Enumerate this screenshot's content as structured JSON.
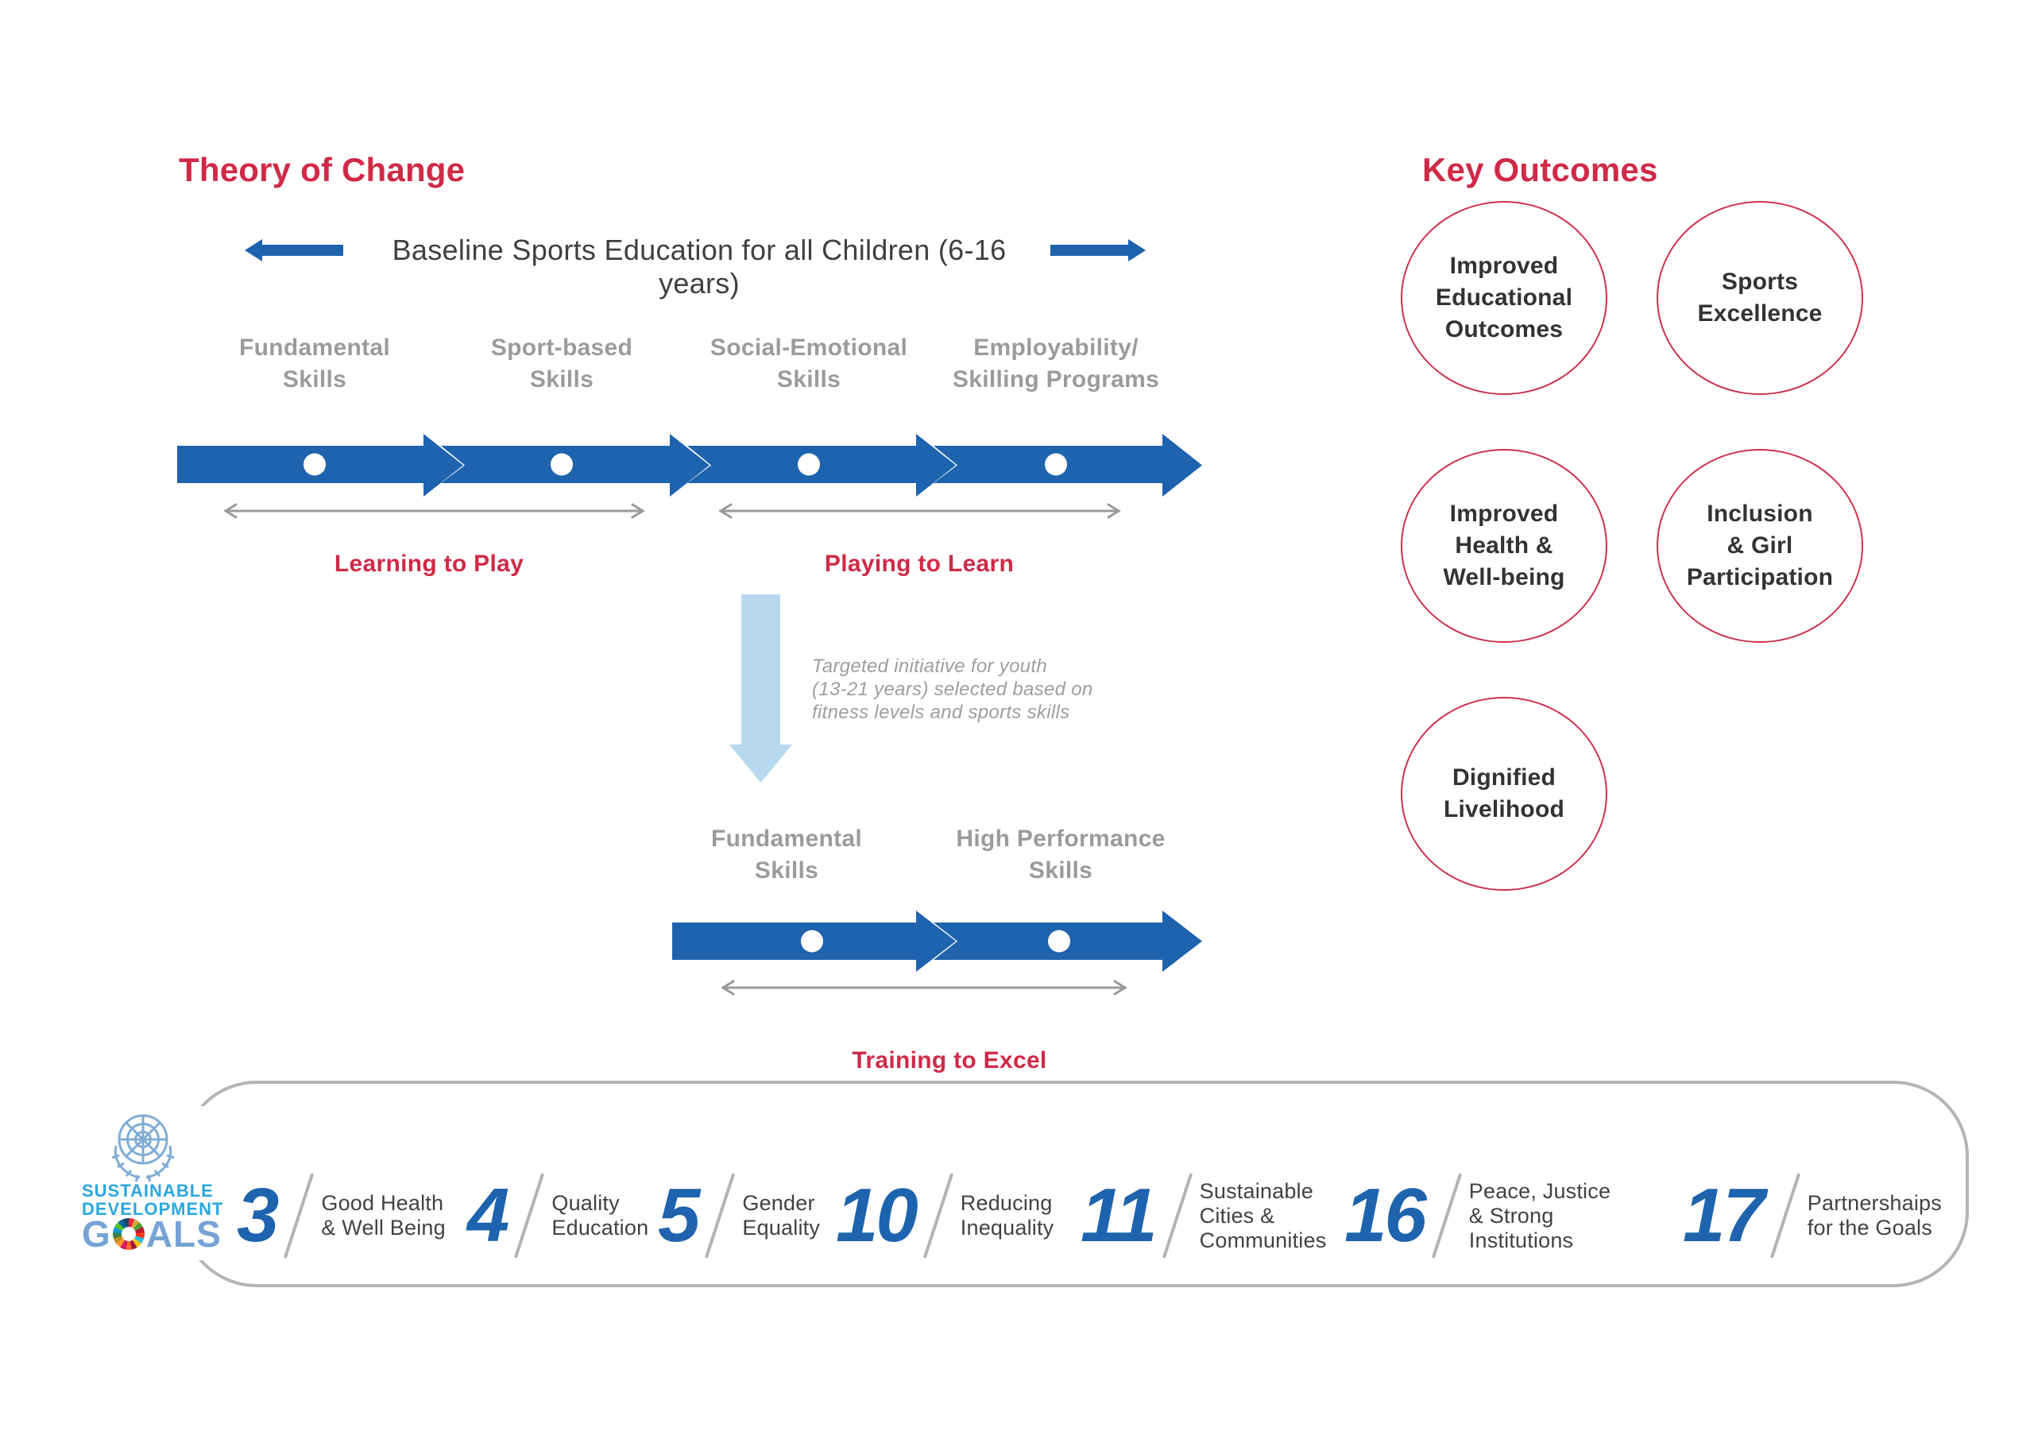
{
  "left_section": {
    "title": "Theory of Change",
    "baseline_banner": "Baseline Sports Education for all Children (6-16 years)",
    "stage_labels": [
      "Fundamental\nSkills",
      "Sport-based\nSkills",
      "Social-Emotional\nSkills",
      "Employability/\nSkilling Programs"
    ],
    "phase_labels": {
      "learning_to_play": "Learning to Play",
      "playing_to_learn": "Playing to Learn",
      "training_to_excel": "Training to Excel"
    },
    "targeted_note": "Targeted initiative for youth\n(13-21 years) selected based on\nfitness levels and sports skills",
    "advanced_stage_labels": [
      "Fundamental\nSkills",
      "High Performance\nSkills"
    ]
  },
  "key_outcomes": {
    "title": "Key Outcomes",
    "circles": [
      "Improved\nEducational\nOutcomes",
      "Sports\nExcellence",
      "Improved\nHealth &\nWell-being",
      "Inclusion\n& Girl\nParticipation",
      "Dignified\nLivelihood"
    ]
  },
  "sdg_bar": {
    "logo": {
      "line1": "SUSTAINABLE",
      "line2": "DEVELOPMENT",
      "goals_g": "G",
      "goals_rest": "ALS"
    },
    "items": [
      {
        "number": "3",
        "label": "Good Health\n& Well Being"
      },
      {
        "number": "4",
        "label": "Quality\nEducation"
      },
      {
        "number": "5",
        "label": "Gender\nEquality"
      },
      {
        "number": "10",
        "label": "Reducing\nInequality"
      },
      {
        "number": "11",
        "label": "Sustainable\nCities &\nCommunities"
      },
      {
        "number": "16",
        "label": "Peace, Justice\n& Strong\nInstitutions"
      },
      {
        "number": "17",
        "label": "Partnershaips\nfor the Goals"
      }
    ]
  },
  "colors": {
    "flow_blue": "#1e63ad",
    "light_blue_arrow": "#b7d9f0",
    "red_accent": "#cf2a47",
    "circle_stroke": "#cc3350",
    "gray_label": "#9b9b9b",
    "dark_text": "#3f3f3f",
    "logo_cyan": "#2aa7de",
    "logo_goals_blue": "#76a3d4",
    "bar_border": "#b5b5b5"
  }
}
